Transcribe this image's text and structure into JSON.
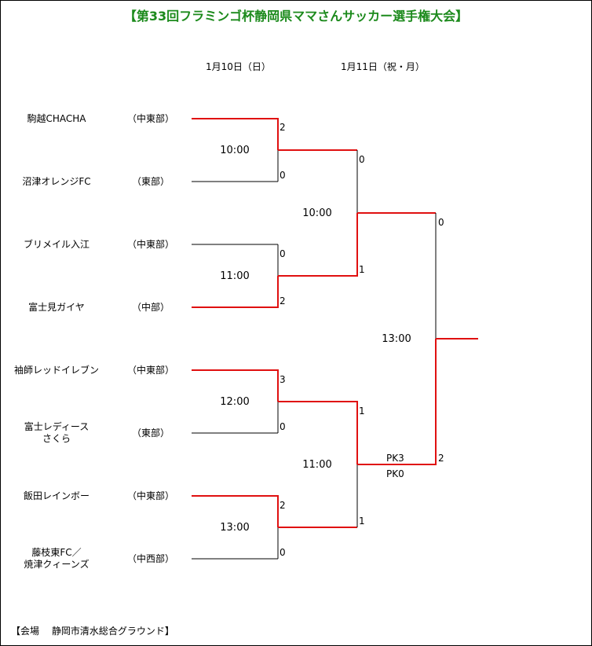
{
  "title": "【第33回フラミンゴ杯静岡県ママさんサッカー選手権大会】",
  "dates": {
    "day1": "1月10日（日）",
    "day2": "1月11日（祝・月）"
  },
  "teams": [
    {
      "name": "駒越CHACHA",
      "region": "（中東部）"
    },
    {
      "name": "沼津オレンジFC",
      "region": "（東部）"
    },
    {
      "name": "ブリメイル入江",
      "region": "（中東部）"
    },
    {
      "name": "富士見ガイヤ",
      "region": "（中部）"
    },
    {
      "name": "袖師レッドイレブン",
      "region": "（中東部）"
    },
    {
      "name": "富士レディース\nさくら",
      "region": "（東部）"
    },
    {
      "name": "飯田レインボー",
      "region": "（中東部）"
    },
    {
      "name": "藤枝東FC／\n焼津クィーンズ",
      "region": "（中西部）"
    }
  ],
  "round1": [
    {
      "time": "10:00",
      "scores": [
        "2",
        "0"
      ]
    },
    {
      "time": "11:00",
      "scores": [
        "0",
        "2"
      ]
    },
    {
      "time": "12:00",
      "scores": [
        "3",
        "0"
      ]
    },
    {
      "time": "13:00",
      "scores": [
        "2",
        "0"
      ]
    }
  ],
  "round2": [
    {
      "time": "10:00",
      "scores": [
        "0",
        "1"
      ]
    },
    {
      "time": "11:00",
      "scores": [
        "1",
        "1"
      ]
    }
  ],
  "final": {
    "time": "13:00",
    "scores": [
      "0",
      "2"
    ],
    "pk_top": "PK3",
    "pk_bottom": "PK0"
  },
  "venue": "【会場　 静岡市清水総合グラウンド】",
  "colors": {
    "winner_line": "#e01010",
    "line": "#000000",
    "title": "#1c8a1c"
  }
}
